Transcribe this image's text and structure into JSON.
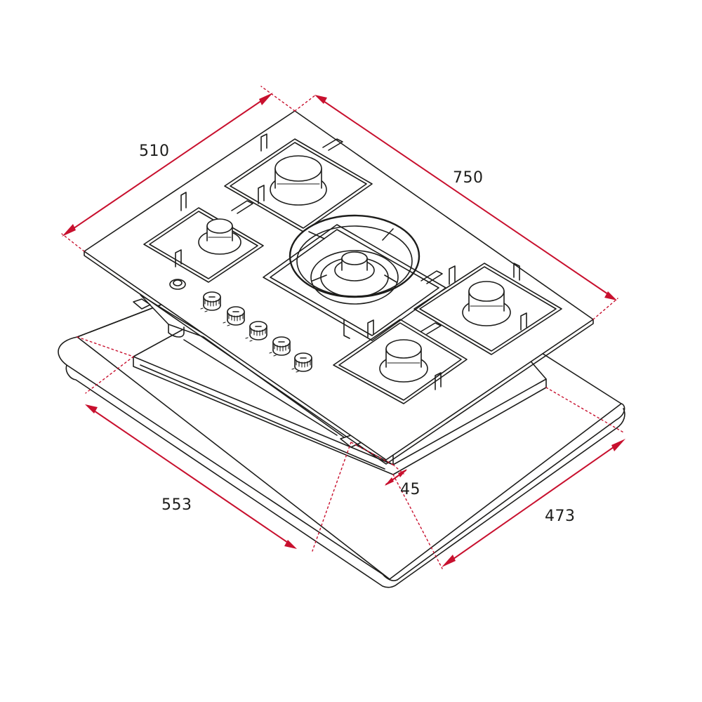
{
  "dimensions": {
    "hob_depth": "510",
    "hob_width": "750",
    "cutout_width": "553",
    "cutout_depth": "473",
    "cutout_offset": "45"
  },
  "colors": {
    "dimension_lines": "#c8102e",
    "drawing_lines": "#1d1d1b",
    "background": "#ffffff"
  },
  "components": {
    "burners": 5,
    "control_knobs": 5
  }
}
